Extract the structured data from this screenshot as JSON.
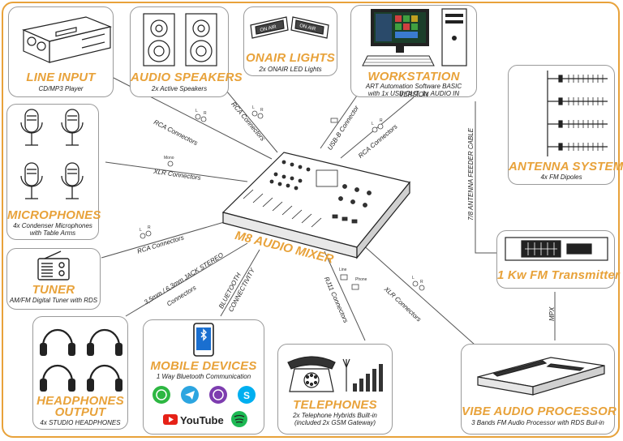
{
  "colors": {
    "accent": "#e8a23a",
    "line": "#555555",
    "box_border": "#9a9a9a"
  },
  "center": {
    "title": "M8 AUDIO MIXER"
  },
  "devices": {
    "line_input": {
      "title": "LINE INPUT",
      "subtitle": "CD/MP3 Player",
      "icon": "cd-player-icon"
    },
    "audio_speakers": {
      "title": "AUDIO SPEAKERS",
      "subtitle": "2x Active Speakers",
      "icon": "speaker-icon"
    },
    "onair_lights": {
      "title": "ONAIR LIGHTS",
      "subtitle": "2x ONAIR LED Lights",
      "icon": "onair-light-icon",
      "sign_text": "ON AIR"
    },
    "workstation": {
      "title": "WORKSTATION",
      "subtitle_line1": "ART Automation Software BASIC VERSION",
      "subtitle_line2": "with 1x USB OUT, 1x AUDIO IN",
      "icon": "computer-icon"
    },
    "microphones": {
      "title": "MICROPHONES",
      "subtitle_line1": "4x Condenser Microphones",
      "subtitle_line2": "with Table Arms",
      "icon": "microphone-icon"
    },
    "antenna_system": {
      "title": "ANTENNA SYSTEM",
      "subtitle": "4x FM Dipoles",
      "icon": "antenna-icon"
    },
    "tuner": {
      "title": "TUNER",
      "subtitle": "AM/FM Digital Tuner with RDS",
      "icon": "radio-icon"
    },
    "fm_transmitter": {
      "title": "1 Kw FM Transmitter",
      "icon": "transmitter-icon"
    },
    "headphones": {
      "title_line1": "HEADPHONES",
      "title_line2": "OUTPUT",
      "subtitle": "4x STUDIO HEADPHONES",
      "icon": "headphones-icon"
    },
    "mobile_devices": {
      "title": "MOBILE DEVICES",
      "subtitle": "1 Way Bluetooth Communication",
      "icons": [
        "whatsapp-icon",
        "telegram-icon",
        "viber-icon",
        "skype-icon",
        "youtube-icon",
        "spotify-icon"
      ],
      "youtube_text": "YouTube"
    },
    "telephones": {
      "title": "TELEPHONES",
      "subtitle_line1": "2x Telephone Hybrids Built-in",
      "subtitle_line2": "(included 2x GSM Gateway)",
      "icon": "telephone-icon"
    },
    "vibe_processor": {
      "title": "VIBE AUDIO PROCESSOR",
      "subtitle": "3 Bands FM Audio Processor with RDS Buil-in",
      "icon": "audio-processor-icon"
    }
  },
  "connectors": {
    "line_input": "RCA Connectors",
    "speakers": "RCA Connectors",
    "workstation_usb": "USB-B Connector",
    "workstation_rca": "RCA Connectors",
    "microphones": "XLR Connectors",
    "tuner": "RCA Connectors",
    "headphones_line1": "3,5mm / 6,3mm JACK STEREO",
    "headphones_line2": "Connectors",
    "bluetooth_line1": "BLUETOOTH",
    "bluetooth_line2": "CONNECTIVITY",
    "telephones": "RJ11 Connectors",
    "processor": "XLR Connectors",
    "antenna_cable": "7/8 ANTENNA FEEDER CABLE",
    "mpx": "MPX"
  },
  "port_labels": {
    "left": "L",
    "right": "R",
    "mono": "Mono",
    "line": "Line",
    "phone": "Phone"
  }
}
